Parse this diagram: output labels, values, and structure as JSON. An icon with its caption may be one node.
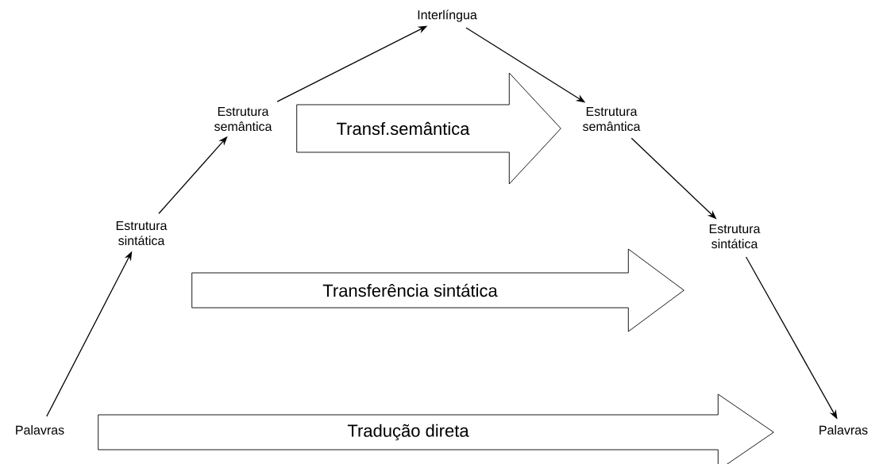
{
  "diagram": {
    "nodes": [
      {
        "text": [
          "Interlíngua"
        ]
      },
      {
        "text": [
          "Estrutura semântica"
        ]
      },
      {
        "text": [
          "Estrutura semântica"
        ]
      },
      {
        "text": [
          "Estrutura sintática"
        ]
      },
      {
        "text": [
          "Estrutura sintática"
        ]
      },
      {
        "text": [
          "Palavras"
        ]
      },
      {
        "text": [
          "Palavras"
        ]
      }
    ],
    "edges": [
      {
        "from": 5,
        "to": 3,
        "arrow": "to"
      },
      {
        "from": 3,
        "to": 1,
        "arrow": "to"
      },
      {
        "from": 1,
        "to": 0,
        "arrow": "to"
      },
      {
        "from": 0,
        "to": 2,
        "arrow": "to"
      },
      {
        "from": 2,
        "to": 4,
        "arrow": "to"
      },
      {
        "from": 4,
        "to": 6,
        "arrow": "to"
      },
      {
        "from": 1,
        "to": 2,
        "arrow": "to",
        "label": "Transf.semântica",
        "style": "thick"
      },
      {
        "from": 3,
        "to": 4,
        "arrow": "to",
        "label": "Transferência sintática",
        "style": "thick"
      },
      {
        "from": 5,
        "to": 6,
        "arrow": "to",
        "label": "Tradução direta",
        "style": "thick"
      }
    ]
  }
}
